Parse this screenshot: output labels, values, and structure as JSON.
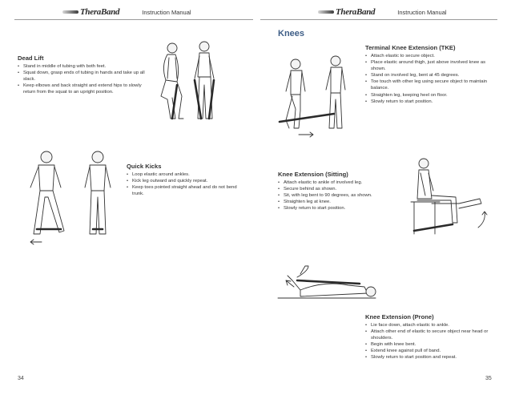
{
  "left_page": {
    "header": {
      "logo": "TheraBand",
      "manual_label": "Instruction Manual"
    },
    "dead_lift": {
      "title": "Dead Lift",
      "bullets": [
        "Stand in middle of tubing with both feet.",
        "Squat down, grasp ends of tubing in hands and take up all slack.",
        "Keep elbows and back straight and extend hips to slowly return from the squat to an upright position."
      ]
    },
    "quick_kicks": {
      "title": "Quick Kicks",
      "bullets": [
        "Loop elastic around ankles.",
        "Kick leg outward and quickly repeat.",
        "Keep toes pointed straight ahead and do not bend trunk."
      ]
    },
    "page_number": "34"
  },
  "right_page": {
    "header": {
      "logo": "TheraBand",
      "manual_label": "Instruction Manual"
    },
    "section_title": "Knees",
    "tke": {
      "title": "Terminal Knee Extension (TKE)",
      "bullets": [
        "Attach elastic to secure object.",
        "Place elastic around thigh, just above involved knee as shown.",
        "Stand on involved leg, bent at 45 degrees.",
        "Toe touch with other leg using secure object to maintain balance.",
        "Straighten leg, keeping heel on floor.",
        "Slowly return to start position."
      ]
    },
    "knee_ext_sitting": {
      "title": "Knee Extension (Sitting)",
      "bullets": [
        "Attach elastic to ankle of involved leg.",
        "Secure behind as shown.",
        "Sit, with leg bent to 90 degrees, as shown.",
        "Straighten leg at knee.",
        "Slowly return to start position."
      ]
    },
    "knee_ext_prone": {
      "title": "Knee Extension (Prone)",
      "bullets": [
        "Lie face down, attach elastic to ankle.",
        "Attach other end of elastic to secure object near head or shoulders.",
        "Begin with knee bent.",
        "Extend knee against pull of band.",
        "Slowly return to start position and repeat."
      ]
    },
    "page_number": "35"
  }
}
